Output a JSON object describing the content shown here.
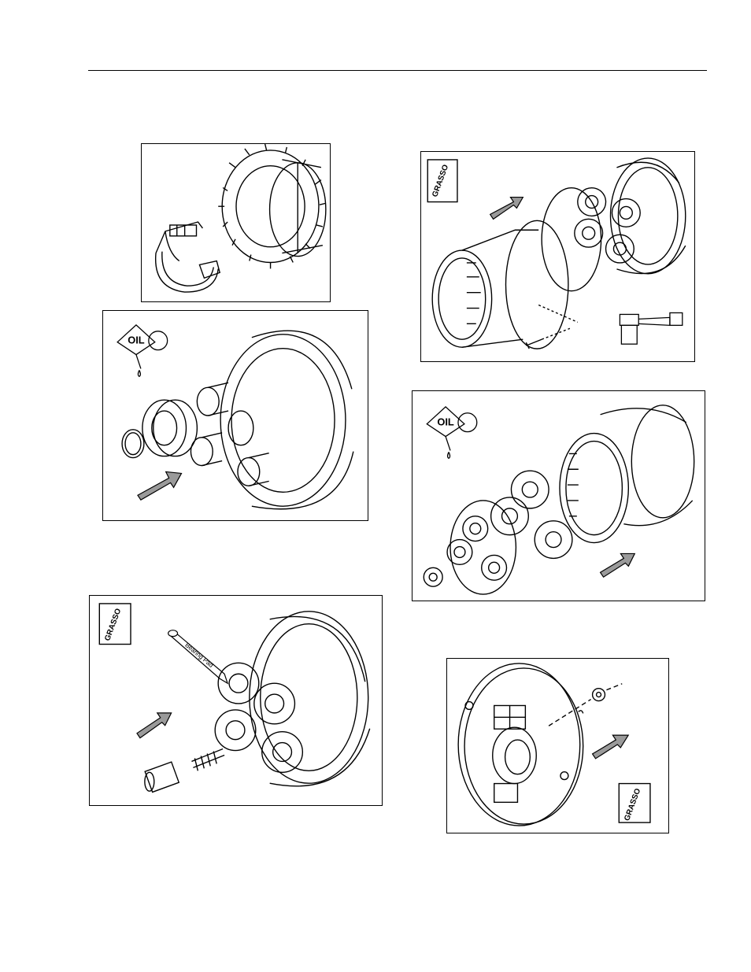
{
  "labels": {
    "oil": "OIL",
    "grasso": "GRASSO",
    "bearing_pad": "Bearing Pad"
  },
  "colors": {
    "line": "#000000",
    "arrow_fill": "#9a9a9a",
    "background": "#ffffff"
  },
  "panels": [
    {
      "id": "bushing-and-gear",
      "icons": []
    },
    {
      "id": "ring-gear-assembly",
      "icons": [
        "grasso-can-icon",
        "torque-wrench-icon"
      ]
    },
    {
      "id": "sun-gear-install",
      "icons": [
        "oil-can-icon"
      ]
    },
    {
      "id": "planet-carrier-assembly",
      "icons": [
        "oil-can-icon"
      ]
    },
    {
      "id": "planet-gears-install",
      "icons": [
        "grasso-can-icon",
        "bearing-pad-tube-icon"
      ]
    },
    {
      "id": "cover-install",
      "icons": [
        "grasso-can-icon"
      ]
    }
  ]
}
